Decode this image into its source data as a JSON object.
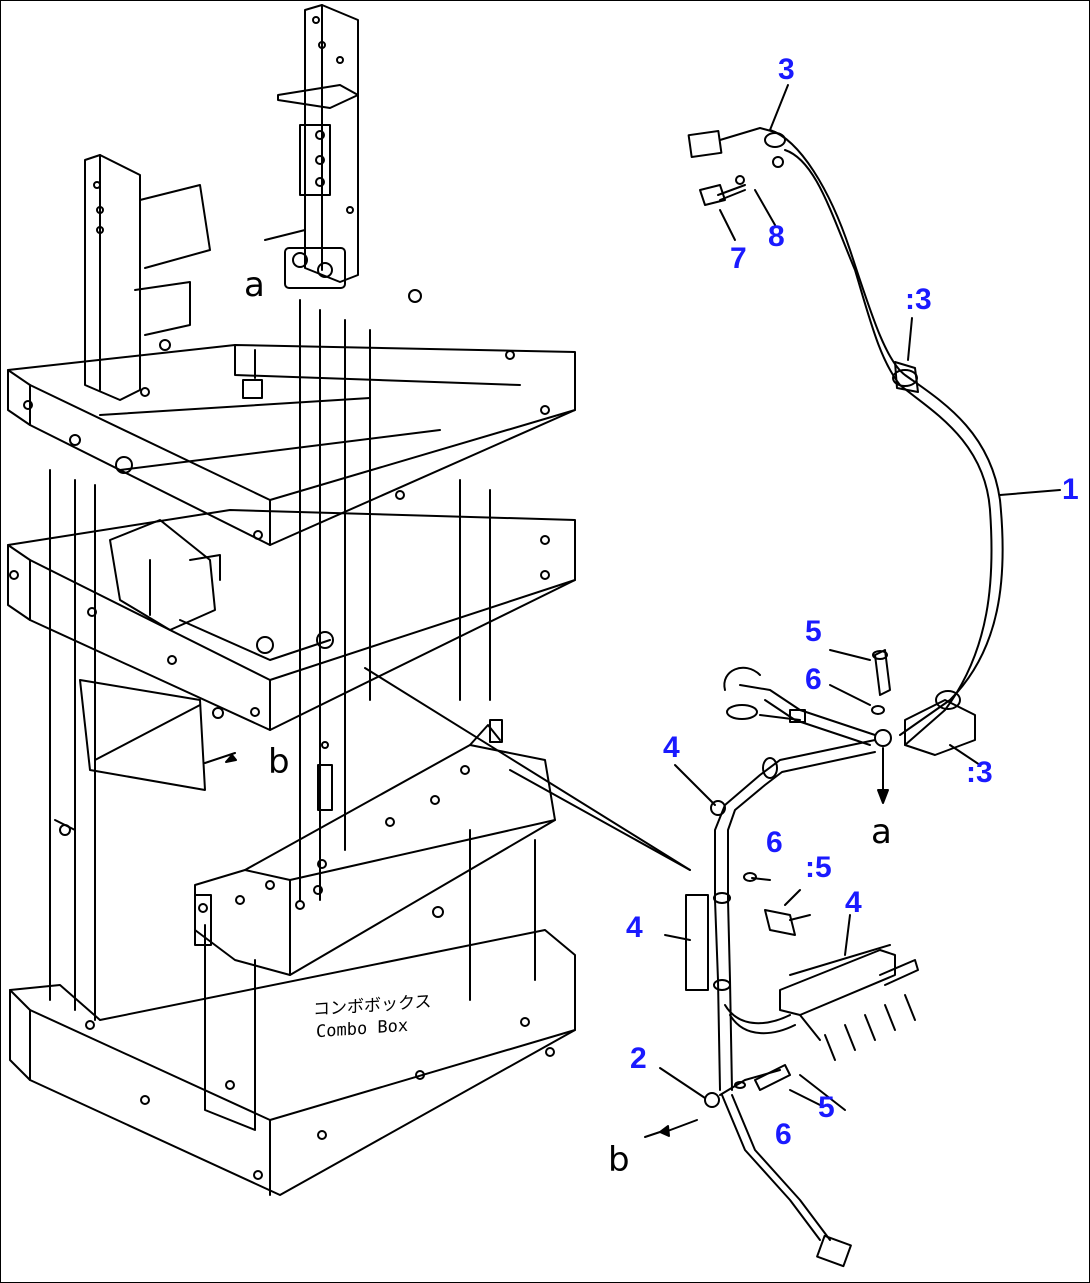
{
  "callouts": {
    "c3_top": "3",
    "c8": "8",
    "c7": "7",
    "c3_mid": ":3",
    "c1": "1",
    "c5_upper": "5",
    "c6_upper": "6",
    "c3_lower": ":3",
    "c4_upper": "4",
    "c6_mid": "6",
    "c5_mid": ":5",
    "c4_right": "4",
    "c4_left": "4",
    "c2": "2",
    "c5_lower": "5",
    "c6_lower": "6"
  },
  "view_refs": {
    "a_top": "a",
    "b_left": "b",
    "a_right": "a",
    "b_bottom": "b"
  },
  "combo_box": {
    "label_jp": "コンボボックス",
    "label_en": "Combo Box"
  },
  "colors": {
    "callout": "#1a1aff",
    "line": "#000000"
  }
}
